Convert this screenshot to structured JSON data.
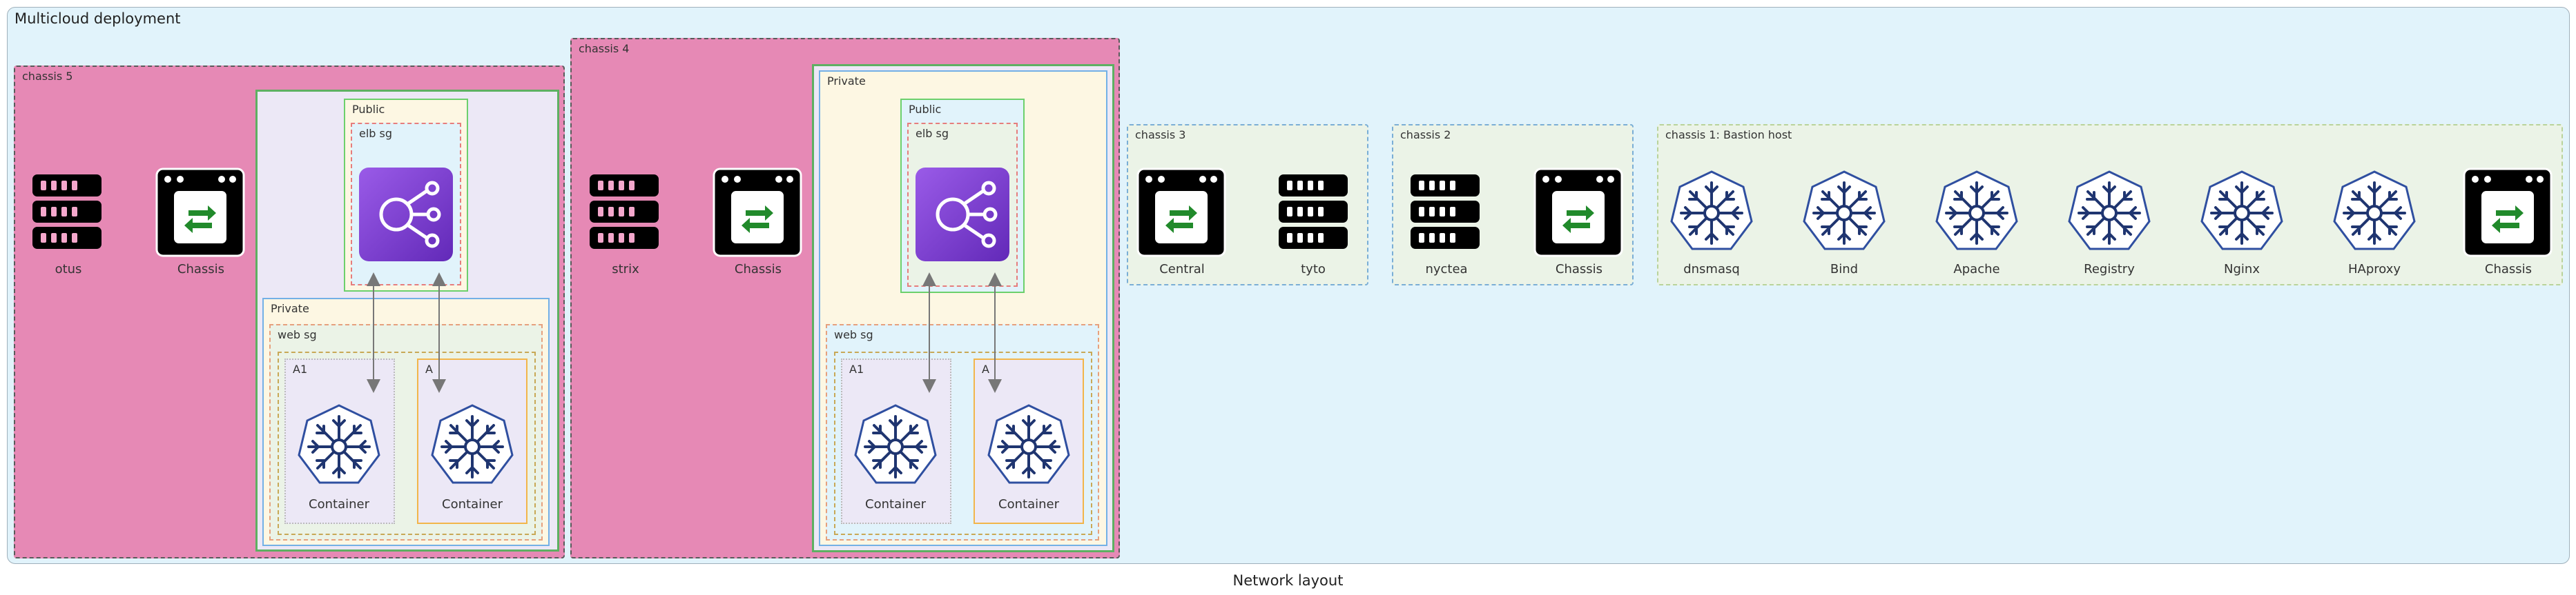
{
  "diagram": {
    "title": "Multicloud deployment",
    "caption": "Network layout",
    "chassis5": {
      "label": "chassis 5",
      "servers": [
        "otus",
        "Chassis"
      ],
      "public": {
        "label": "Public",
        "sg_label": "elb sg"
      },
      "private": {
        "label": "Private",
        "sg_label": "web sg",
        "azs": [
          {
            "label": "A1",
            "container": "Container"
          },
          {
            "label": "A",
            "container": "Container"
          }
        ]
      }
    },
    "chassis4": {
      "label": "chassis 4",
      "servers": [
        "strix",
        "Chassis"
      ],
      "private": {
        "label": "Private",
        "sg_label": "web sg",
        "azs": [
          {
            "label": "A1",
            "container": "Container"
          },
          {
            "label": "A",
            "container": "Container"
          }
        ]
      },
      "public": {
        "label": "Public",
        "sg_label": "elb sg"
      }
    },
    "chassis3": {
      "label": "chassis 3",
      "nodes": [
        "Central",
        "tyto"
      ]
    },
    "chassis2": {
      "label": "chassis 2",
      "nodes": [
        "nyctea",
        "Chassis"
      ]
    },
    "chassis1": {
      "label": "chassis 1: Bastion host",
      "nodes": [
        "dnsmasq",
        "Bind",
        "Apache",
        "Registry",
        "Nginx",
        "HAproxy",
        "Chassis"
      ]
    }
  },
  "colors": {
    "root_fill": "#e1f3fb",
    "chassis_pink": "#e689b5",
    "green_fill": "#ebf3e7",
    "lavender": "#ece8f6",
    "cream": "#fdf7e3",
    "kube_blue": "#326ce5",
    "lb_purple": "#7b3fd4"
  }
}
